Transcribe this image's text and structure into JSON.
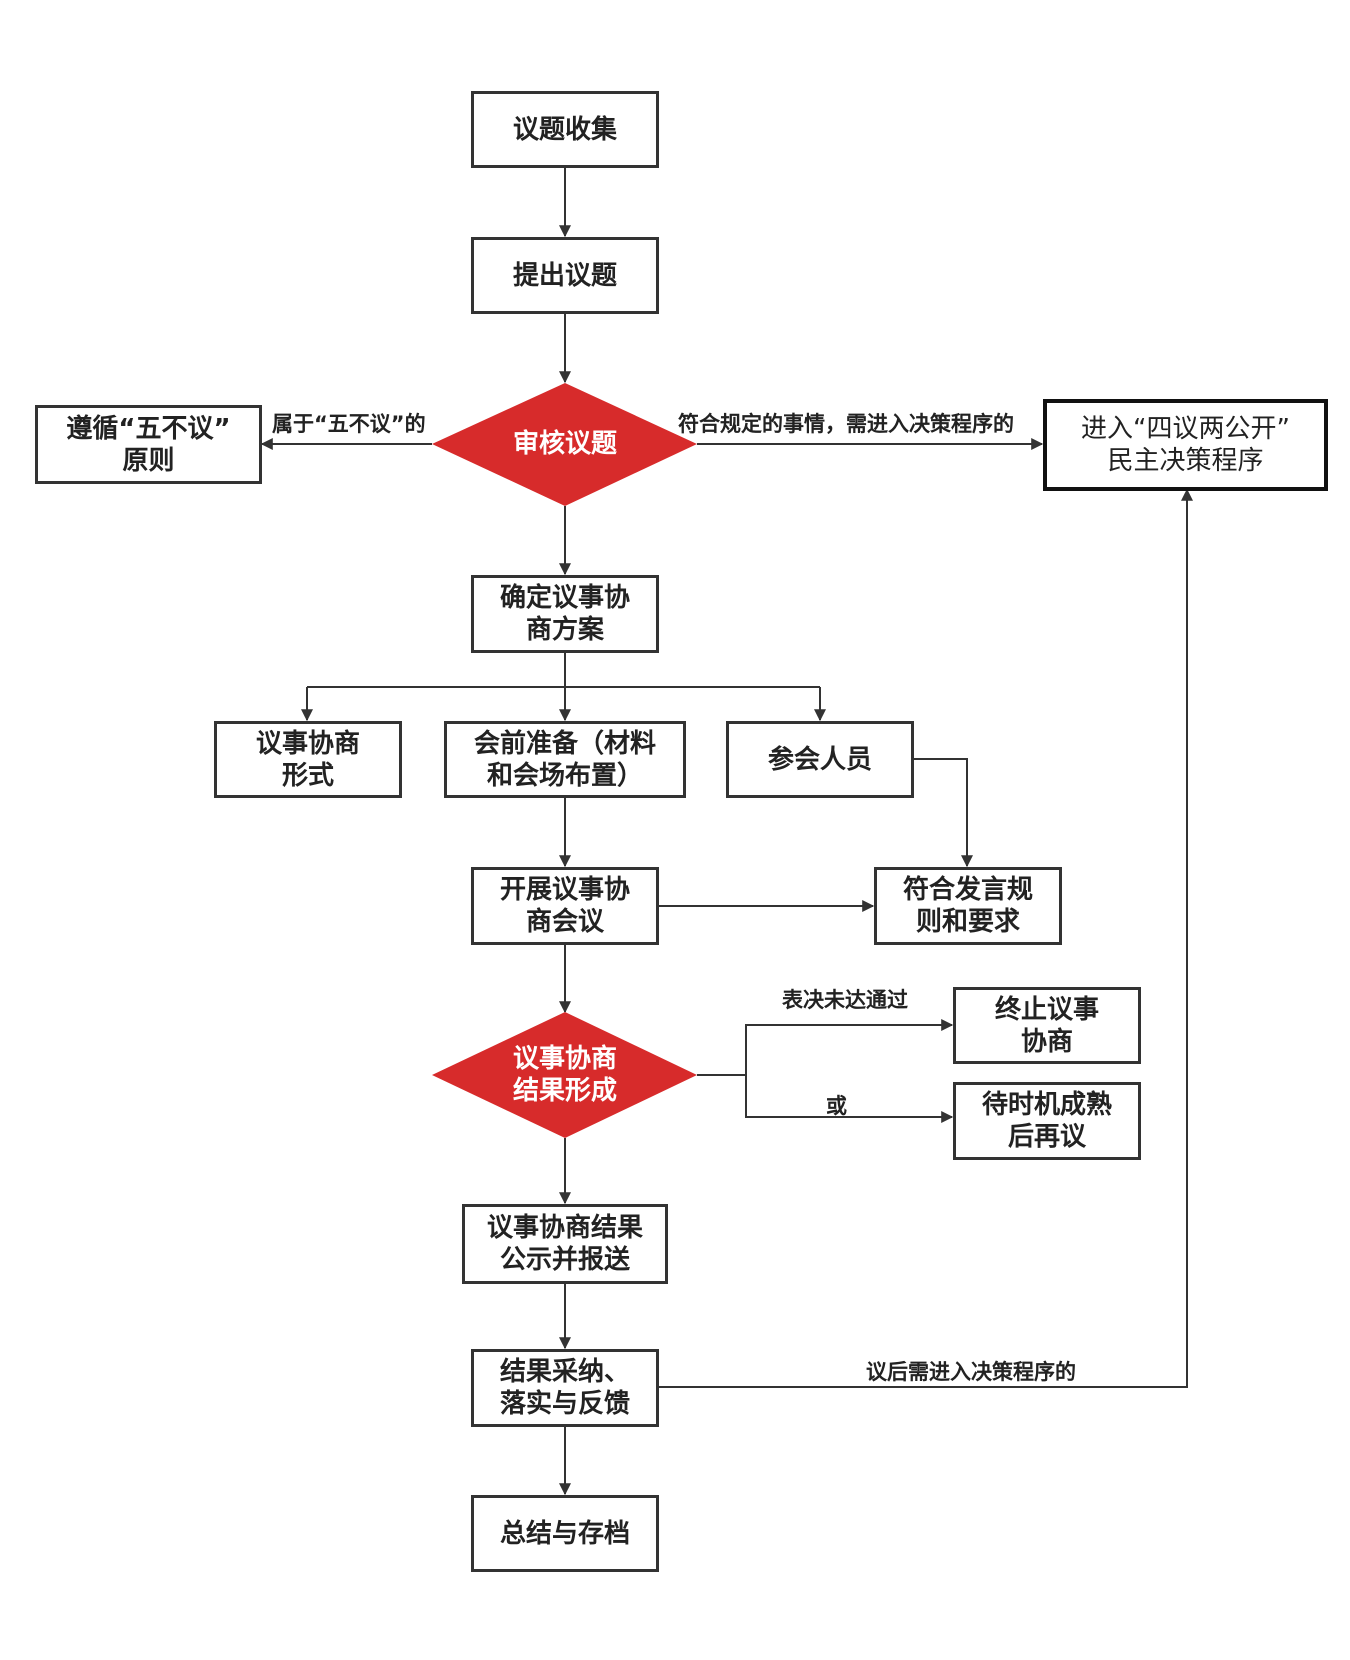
{
  "colors": {
    "diamond_fill": "#d72b2b",
    "line": "#333333",
    "text": "#222222"
  },
  "nodes": {
    "collect": "议题收集",
    "propose": "提出议题",
    "review": "审核议题",
    "five_no": "遵循“五不议”\n原则",
    "four_two": "进入“四议两公开”\n民主决策程序",
    "plan": "确定议事协\n商方案",
    "form": "议事协商\n形式",
    "prep": "会前准备（材料\n和会场布置）",
    "attendees": "参会人员",
    "meeting": "开展议事协\n商会议",
    "rules": "符合发言规\n则和要求",
    "result": "议事协商\n结果形成",
    "terminate": "终止议事\n协商",
    "wait": "待时机成熟\n后再议",
    "publicize": "议事协商结果\n公示并报送",
    "adopt": "结果采纳、\n落实与反馈",
    "archive": "总结与存档"
  },
  "edges": {
    "five_no_label": "属于“五不议”的",
    "compliant_label": "符合规定的事情，需进入决策程序的",
    "vote_fail_label": "表决未达通过",
    "or_label": "或",
    "post_label": "议后需进入决策程序的"
  }
}
